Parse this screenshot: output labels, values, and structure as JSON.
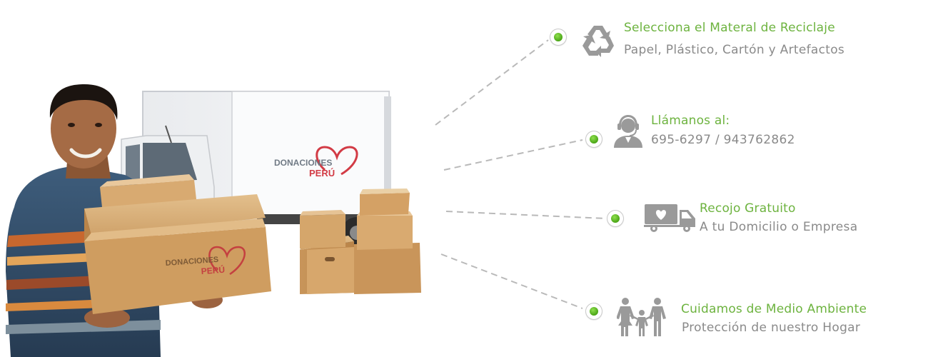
{
  "hero": {
    "truck_brand_main": "DONACIONES",
    "truck_brand_accent": "PERÚ",
    "box_brand_main": "DONACIONES",
    "box_brand_accent": "PERÚ"
  },
  "features": [
    {
      "icon": "recycle-icon",
      "title": "Selecciona el Materal de Reciclaje",
      "subtitle": "Papel, Plástico, Cartón y Artefactos"
    },
    {
      "icon": "call-center-icon",
      "title": "Llámanos al:",
      "subtitle": "695-6297 / 943762862"
    },
    {
      "icon": "delivery-truck-icon",
      "title": "Recojo Gratuito",
      "subtitle": "A tu Domicilio o Empresa"
    },
    {
      "icon": "family-icon",
      "title": "Cuidamos de Medio Ambiente",
      "subtitle": "Protección de nuestro Hogar"
    }
  ],
  "colors": {
    "accent_green": "#6db33f",
    "subtitle_gray": "#8a8a8a",
    "icon_gray": "#9a9a9a",
    "brand_red": "#d23b45"
  }
}
